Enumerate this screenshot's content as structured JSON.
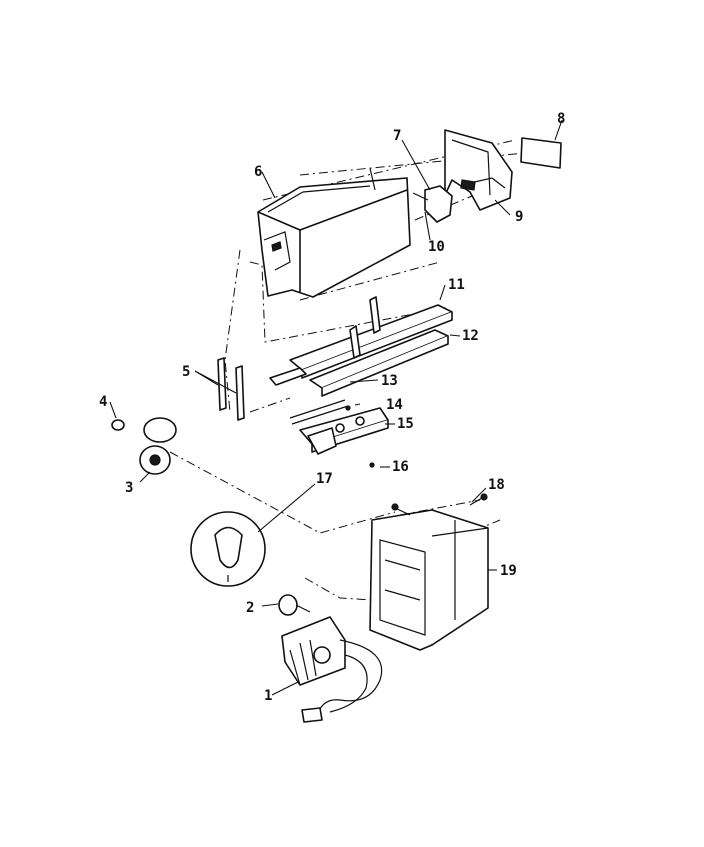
{
  "diagram": {
    "part_labels": [
      {
        "id": "p1",
        "text": "1"
      },
      {
        "id": "p2",
        "text": "2"
      },
      {
        "id": "p3",
        "text": "3"
      },
      {
        "id": "p4",
        "text": "4"
      },
      {
        "id": "p5",
        "text": "5"
      },
      {
        "id": "p6",
        "text": "6"
      },
      {
        "id": "p7",
        "text": "7"
      },
      {
        "id": "p8",
        "text": "8"
      },
      {
        "id": "p9",
        "text": "9"
      },
      {
        "id": "p10",
        "text": "10"
      },
      {
        "id": "p11",
        "text": "11"
      },
      {
        "id": "p12",
        "text": "12"
      },
      {
        "id": "p13",
        "text": "13"
      },
      {
        "id": "p14",
        "text": "14"
      },
      {
        "id": "p15",
        "text": "15"
      },
      {
        "id": "p16",
        "text": "16"
      },
      {
        "id": "p17",
        "text": "17"
      },
      {
        "id": "p18",
        "text": "18"
      },
      {
        "id": "p19",
        "text": "19"
      }
    ],
    "colors": {
      "line": "#111111",
      "background": "#ffffff"
    }
  }
}
